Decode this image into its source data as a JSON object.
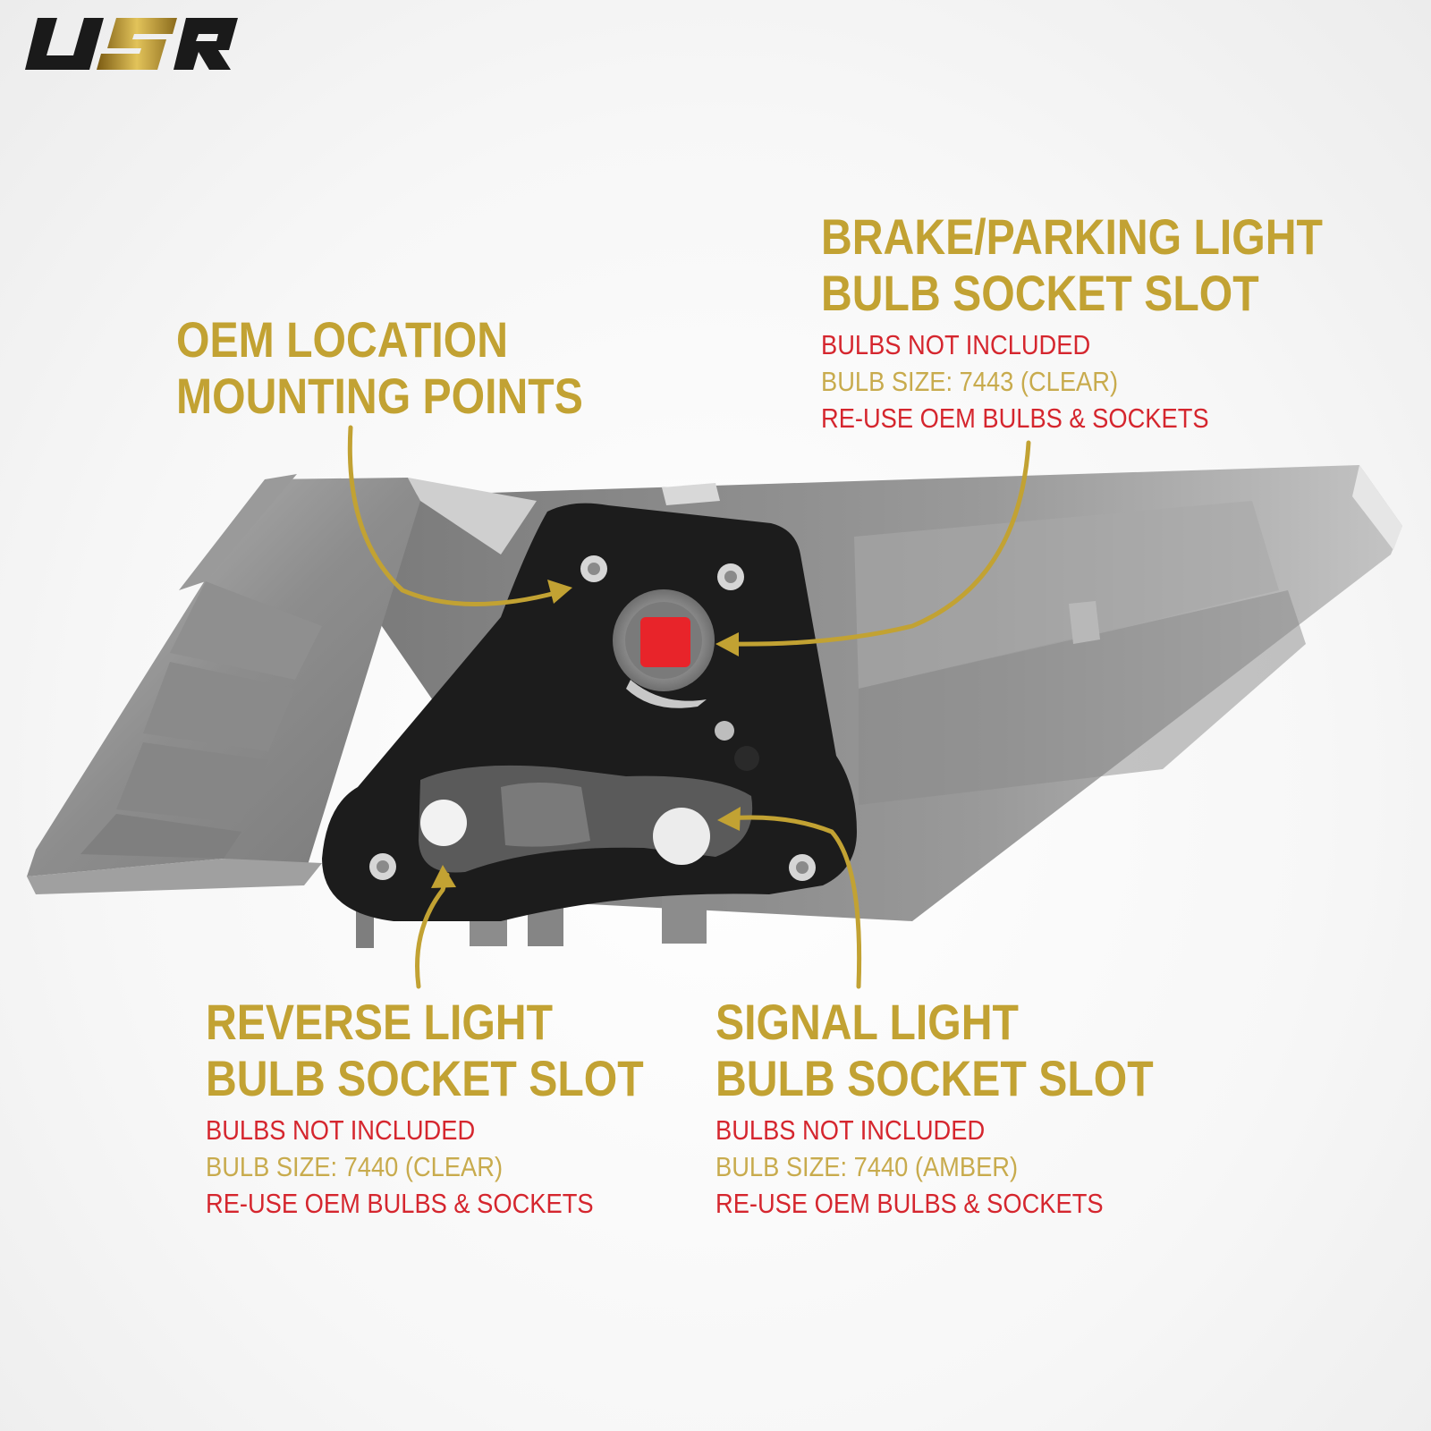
{
  "brand": {
    "logo_text": "USR",
    "gold": "#c2a233",
    "red": "#d5262e",
    "dark": "#1a1a1a"
  },
  "callouts": {
    "oem": {
      "title": [
        "OEM LOCATION",
        "MOUNTING POINTS"
      ]
    },
    "brake": {
      "title": [
        "BRAKE/PARKING LIGHT",
        "BULB SOCKET SLOT"
      ],
      "not_included": "BULBS NOT INCLUDED",
      "bulb_size": "BULB SIZE: 7443 (CLEAR)",
      "reuse": "RE-USE OEM BULBS & SOCKETS"
    },
    "reverse": {
      "title": [
        "REVERSE LIGHT",
        "BULB SOCKET SLOT"
      ],
      "not_included": "BULBS NOT INCLUDED",
      "bulb_size": "BULB SIZE: 7440 (CLEAR)",
      "reuse": "RE-USE OEM BULBS & SOCKETS"
    },
    "signal": {
      "title": [
        "SIGNAL LIGHT",
        "BULB SOCKET SLOT"
      ],
      "not_included": "BULBS NOT INCLUDED",
      "bulb_size": "BULB SIZE: 7440 (AMBER)",
      "reuse": "RE-USE OEM BULBS & SOCKETS"
    }
  }
}
